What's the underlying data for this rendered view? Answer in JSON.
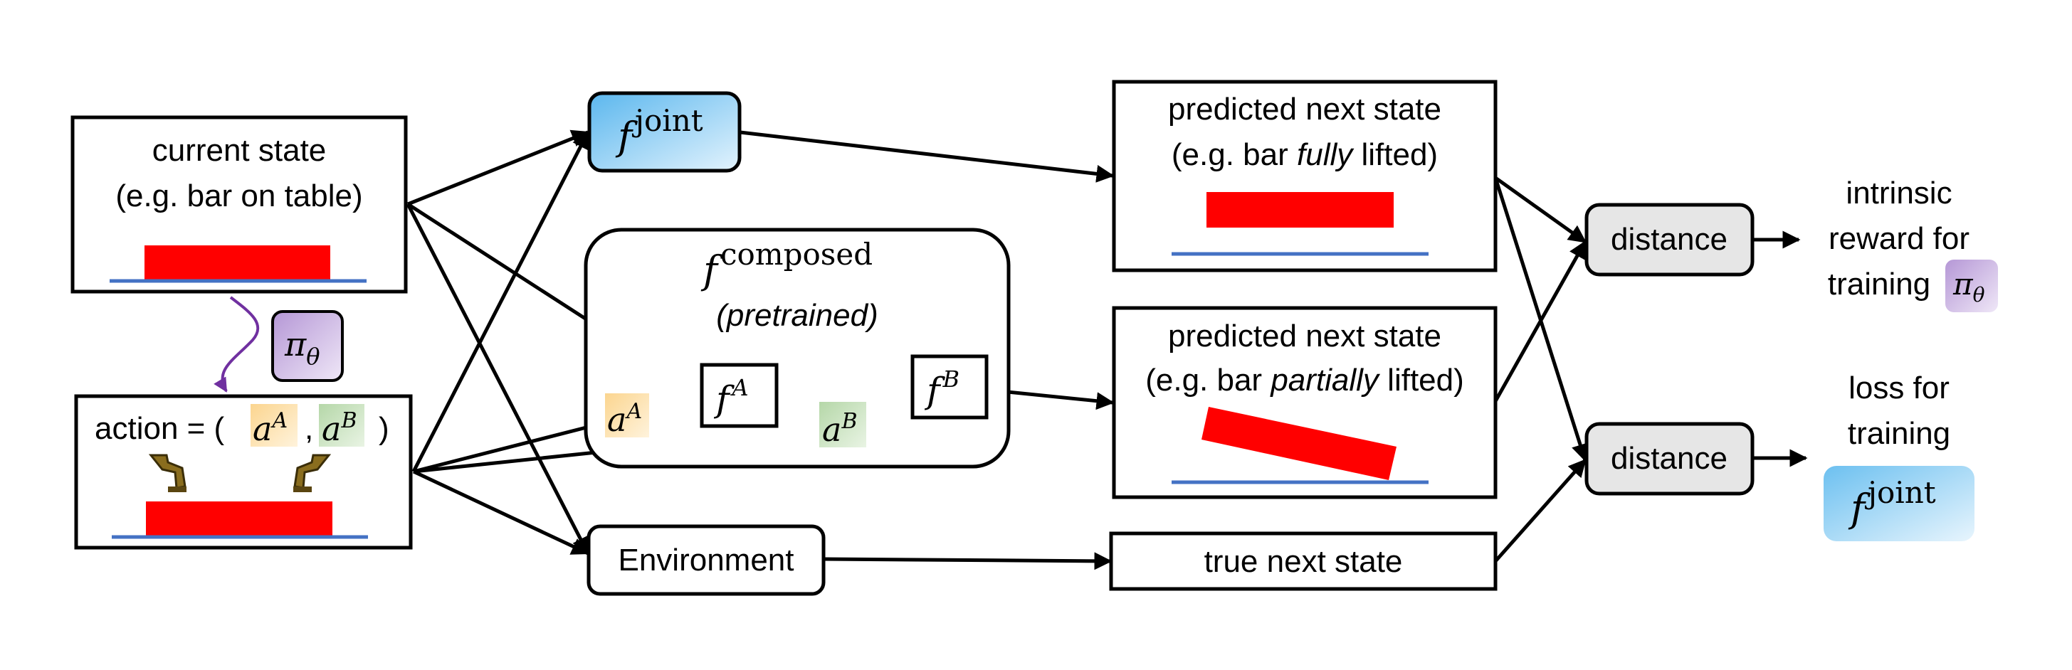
{
  "current_state": {
    "line1": "current state",
    "line2": "(e.g. bar on table)"
  },
  "policy": {
    "symbol": "π",
    "subscript": "θ"
  },
  "action": {
    "prefix": "action = (",
    "a": "a",
    "sup_a": "A",
    "comma": ",",
    "b": "a",
    "sup_b": "B",
    "suffix": ")"
  },
  "f_joint": {
    "symbol": "f",
    "superscript": "joint"
  },
  "f_composed": {
    "symbol": "f",
    "superscript": "composed",
    "subtitle": "(pretrained)"
  },
  "composed_nodes": {
    "aA": {
      "symbol": "a",
      "superscript": "A"
    },
    "fA": {
      "symbol": "f",
      "superscript": "A"
    },
    "aB": {
      "symbol": "a",
      "superscript": "B"
    },
    "fB": {
      "symbol": "f",
      "superscript": "B"
    }
  },
  "environment": {
    "label": "Environment"
  },
  "pred_joint": {
    "line1": "predicted next state",
    "line2_pre": "(e.g. bar ",
    "line2_em": "fully",
    "line2_post": " lifted)"
  },
  "pred_composed": {
    "line1": "predicted next state",
    "line2_pre": "(e.g. bar ",
    "line2_em": "partially",
    "line2_post": " lifted)"
  },
  "true_state": {
    "label": "true next state"
  },
  "distance_top": {
    "label": "distance"
  },
  "distance_bottom": {
    "label": "distance"
  },
  "reward_output": {
    "line1": "intrinsic",
    "line2": "reward for",
    "line3": "training"
  },
  "loss_output": {
    "line1": "loss for",
    "line2": "training"
  },
  "colors": {
    "bar": "#ff0000",
    "table_line": "#4472c4",
    "policy_purple": "#c9b3df",
    "f_joint_blue": "#6fc0f0",
    "action_a_yellow": "#fde4b4",
    "action_b_green": "#cde4c4",
    "distance_gray": "#e6e6e6",
    "policy_arrow": "#7030a0"
  },
  "icons": [
    "gripper-icon",
    "gripper-icon"
  ]
}
